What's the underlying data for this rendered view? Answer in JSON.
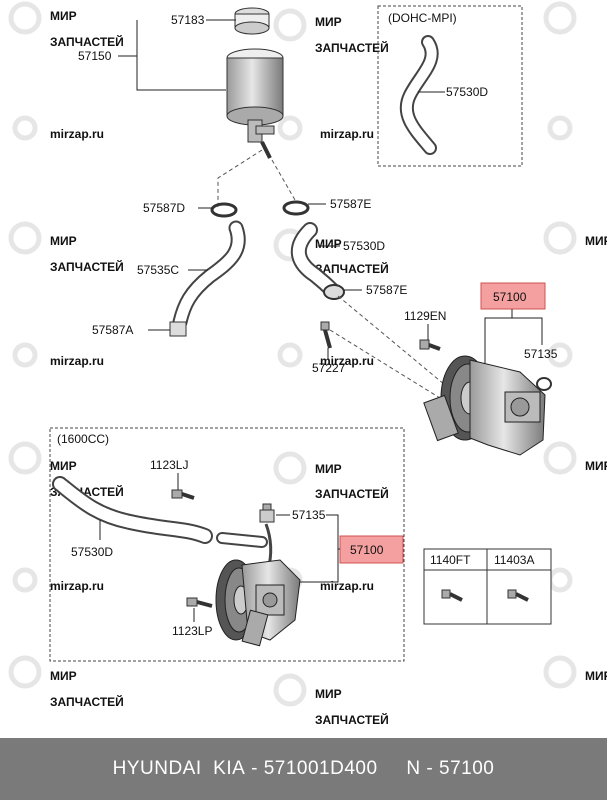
{
  "watermark": {
    "line1": "МИР",
    "line2": "ЗАПЧАСТЕЙ",
    "url": "mirzap.ru"
  },
  "sections": {
    "dohc": "(DOHC-MPI)",
    "cc1600": "(1600CC)"
  },
  "labels": {
    "p57183": "57183",
    "p57150": "57150",
    "p57530D_dohc": "57530D",
    "p57587D": "57587D",
    "p57587E_top": "57587E",
    "p57530D_mid": "57530D",
    "p57535C": "57535C",
    "p57587E_mid": "57587E",
    "p57587A": "57587A",
    "p57100_main": "57100",
    "p1129EN": "1129EN",
    "p57135_main": "57135",
    "p57227": "57227",
    "p1123LJ": "1123LJ",
    "p57135_cc": "57135",
    "p57530D_cc": "57530D",
    "p57100_cc": "57100",
    "p1123LP": "1123LP",
    "p1140FT": "1140FT",
    "p11403A": "11403A"
  },
  "colors": {
    "highlight_fill": "#f4a0a0",
    "highlight_stroke": "#d05050",
    "footer_bg": "#7a7a7a"
  },
  "footer": {
    "brand": "HYUNDAI  KIA",
    "sep1": " - ",
    "part_number": "571001D400",
    "sep2": "     N - ",
    "ref_number": "57100"
  }
}
